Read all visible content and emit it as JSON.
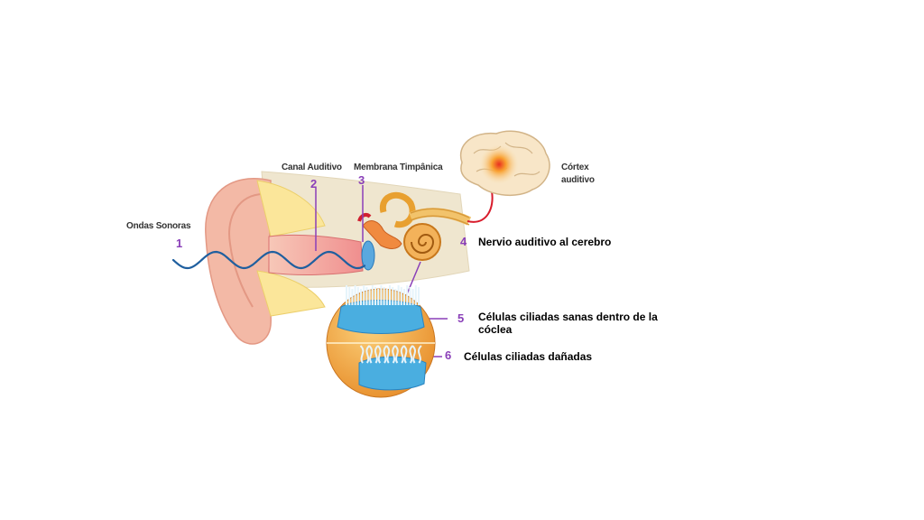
{
  "labels": {
    "ondas": "Ondas Sonoras",
    "canal": "Canal Auditivo",
    "membrana": "Membrana Timpânica",
    "cortex_line1": "Córtex",
    "cortex_line2": "auditivo",
    "nervio": "Nervio auditivo al cerebro",
    "sanas_line1": "Células ciliadas sanas dentro de la",
    "sanas_line2": "cóclea",
    "danadas": "Células ciliadas dañadas"
  },
  "numbers": {
    "n1": "1",
    "n2": "2",
    "n3": "3",
    "n4": "4",
    "n5": "5",
    "n6": "6"
  },
  "colors": {
    "accent": "#8a3fb8",
    "wave": "#1f5f9f",
    "skin": "#f3b9a6",
    "cochlea_blue": "#4aaee0",
    "hemisphere_orange": "#f0a040"
  }
}
